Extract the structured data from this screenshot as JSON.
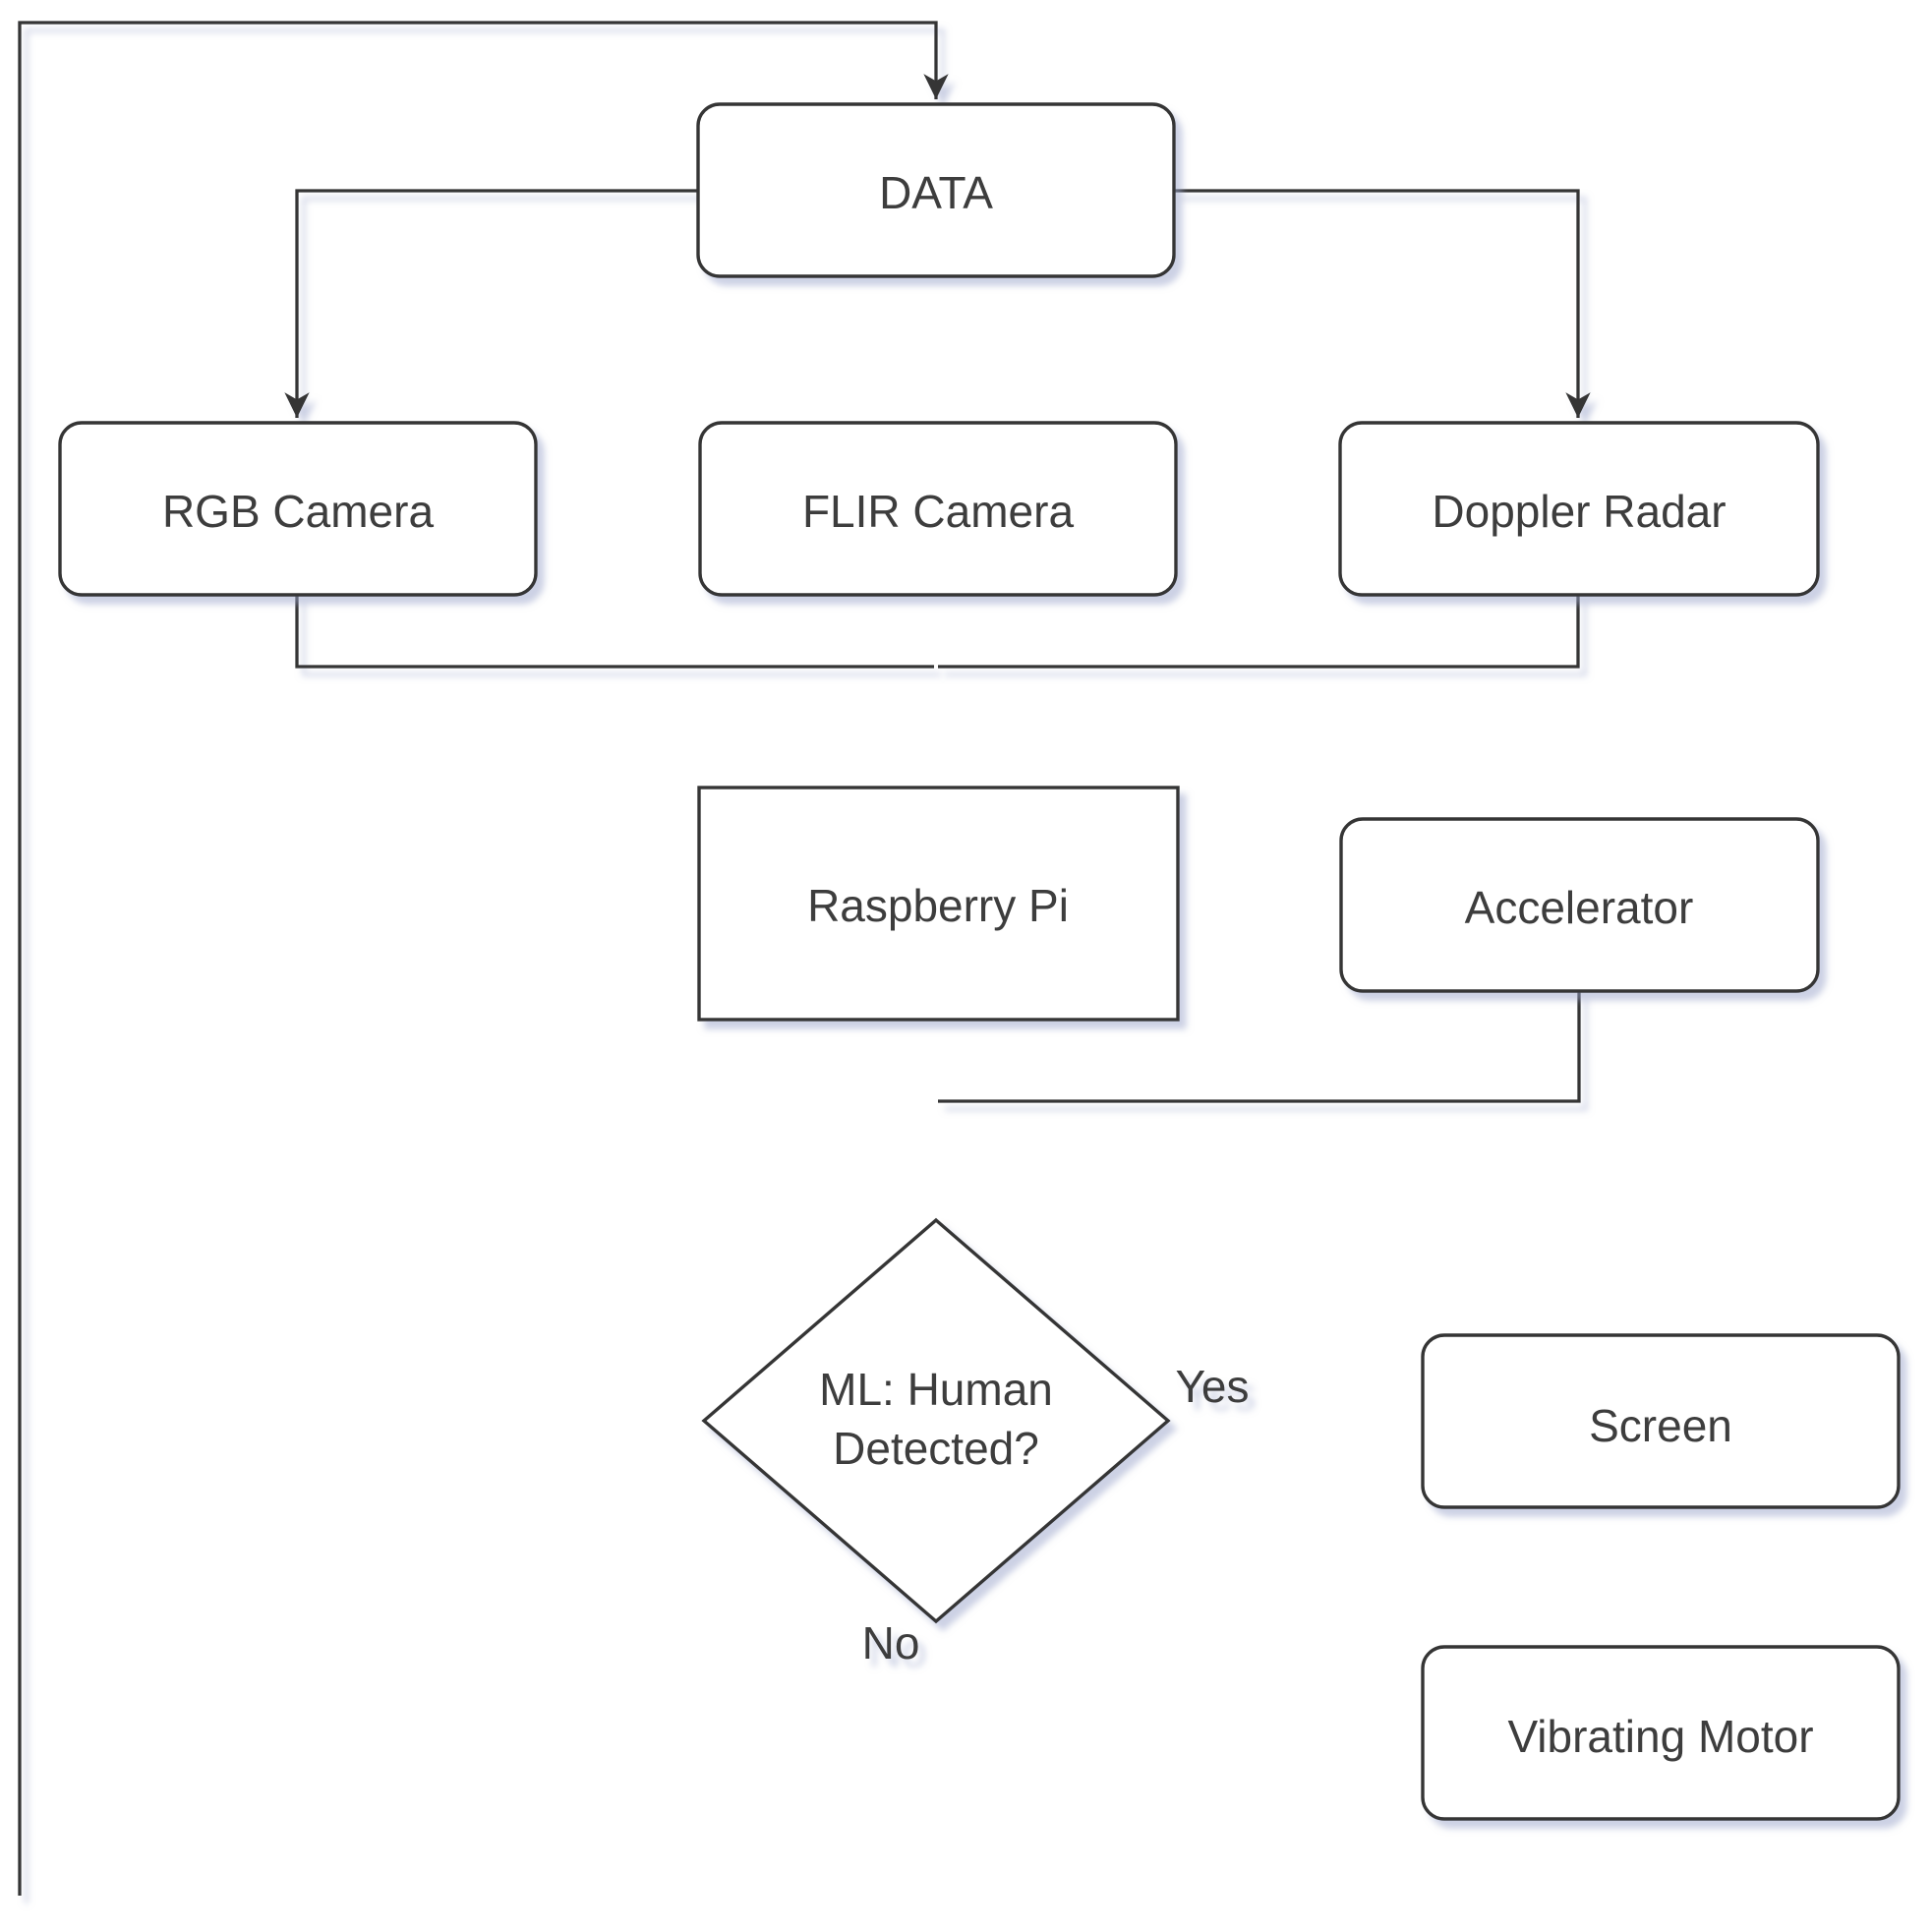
{
  "nodes": {
    "data": {
      "label": "DATA"
    },
    "rgb_camera": {
      "label": "RGB Camera"
    },
    "flir_camera": {
      "label": "FLIR Camera"
    },
    "doppler_radar": {
      "label": "Doppler Radar"
    },
    "raspberry_pi": {
      "label": "Raspberry Pi"
    },
    "accelerator": {
      "label": "Accelerator"
    },
    "decision": {
      "line1": "ML: Human",
      "line2": "Detected?"
    },
    "screen": {
      "label": "Screen"
    },
    "vibrating_motor": {
      "label": "Vibrating Motor"
    }
  },
  "edge_labels": {
    "yes": "Yes",
    "no": "No"
  },
  "colors": {
    "stroke": "#343434",
    "text": "#3c3c3c",
    "shape_fill": "#ffffff",
    "shadow": "#9aa3c9",
    "background": "#ffffff"
  }
}
